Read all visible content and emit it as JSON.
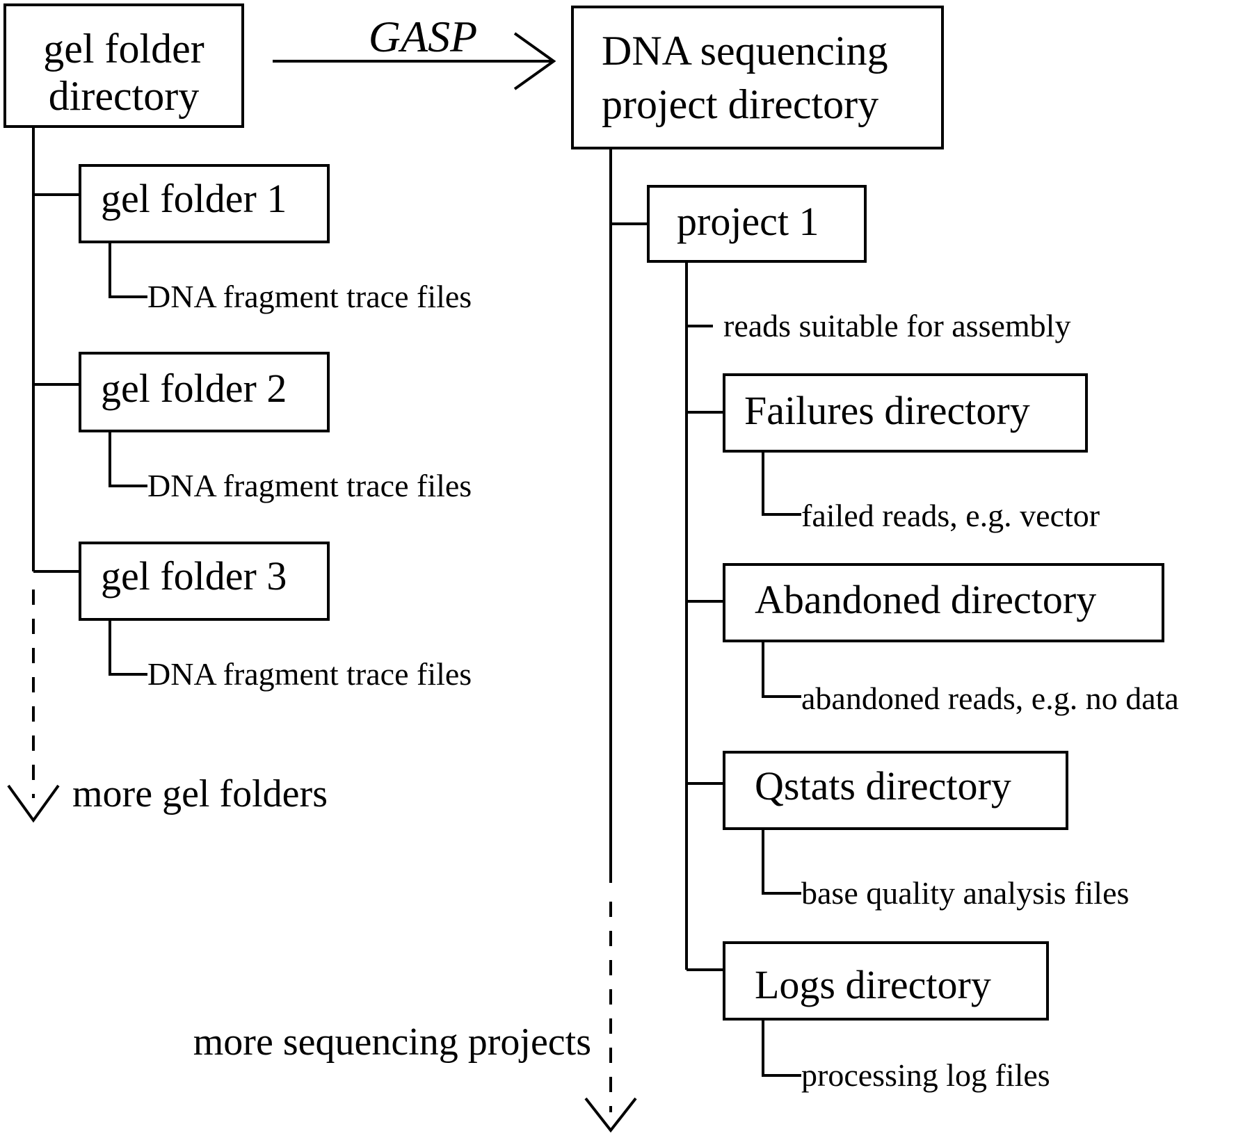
{
  "left_tree": {
    "root_line1": "gel folder",
    "root_line2": "directory",
    "folders": [
      {
        "name": "gel folder 1",
        "contents": "DNA fragment trace files"
      },
      {
        "name": "gel folder 2",
        "contents": "DNA fragment trace files"
      },
      {
        "name": "gel folder 3",
        "contents": "DNA fragment trace files"
      }
    ],
    "more_label": "more gel folders"
  },
  "transform_label": "GASP",
  "right_tree": {
    "root_line1": "DNA sequencing",
    "root_line2": "project directory",
    "project": "project 1",
    "reads_label": "reads suitable for assembly",
    "subdirs": [
      {
        "name": "Failures directory",
        "contents": "failed reads, e.g. vector"
      },
      {
        "name": "Abandoned directory",
        "contents": "abandoned reads, e.g. no data"
      },
      {
        "name": "Qstats directory",
        "contents": "base quality analysis files"
      },
      {
        "name": "Logs directory",
        "contents": "processing log files"
      }
    ],
    "more_label": "more sequencing projects"
  },
  "colors": {
    "stroke": "#000000",
    "background": "#ffffff"
  }
}
